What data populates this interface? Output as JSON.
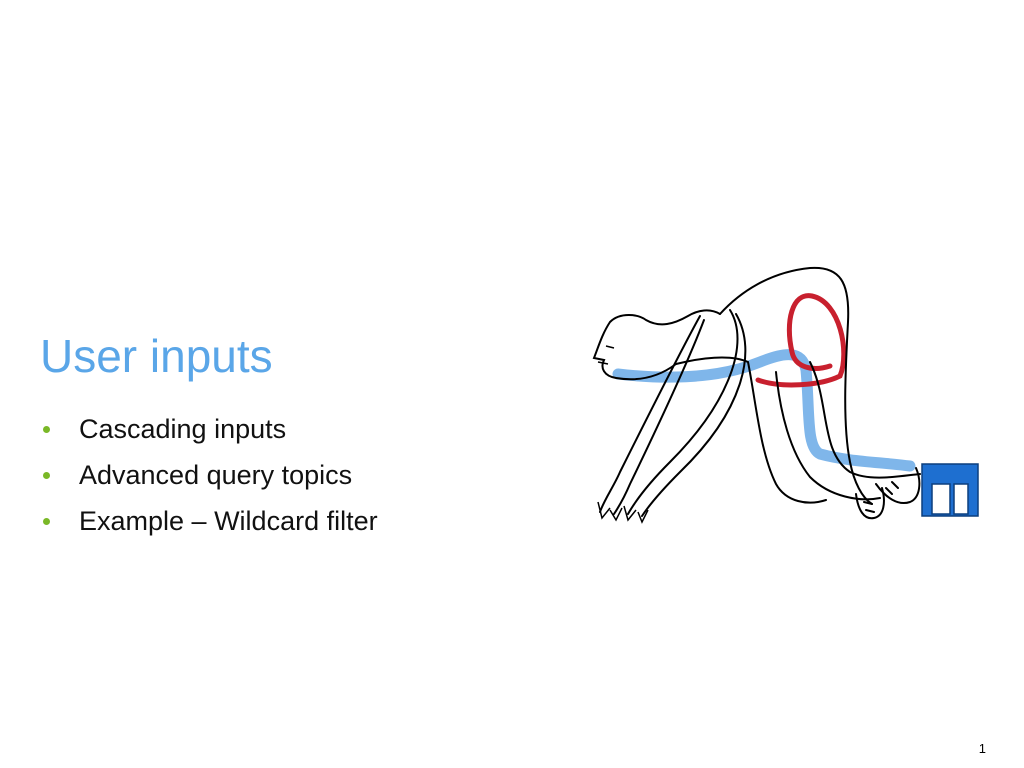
{
  "slide": {
    "title": "User inputs",
    "bullets": [
      "Cascading inputs",
      "Advanced query topics",
      "Example – Wildcard filter"
    ],
    "page_number": "1"
  },
  "colors": {
    "title": "#5aa6e8",
    "bullet_marker": "#7ab827",
    "body_text": "#111111",
    "illustration_blue": "#7fb6ea",
    "illustration_red": "#c8202e",
    "block_blue": "#1e6fd0"
  },
  "illustration": {
    "description_icon": "runner-starting-block-illustration"
  }
}
